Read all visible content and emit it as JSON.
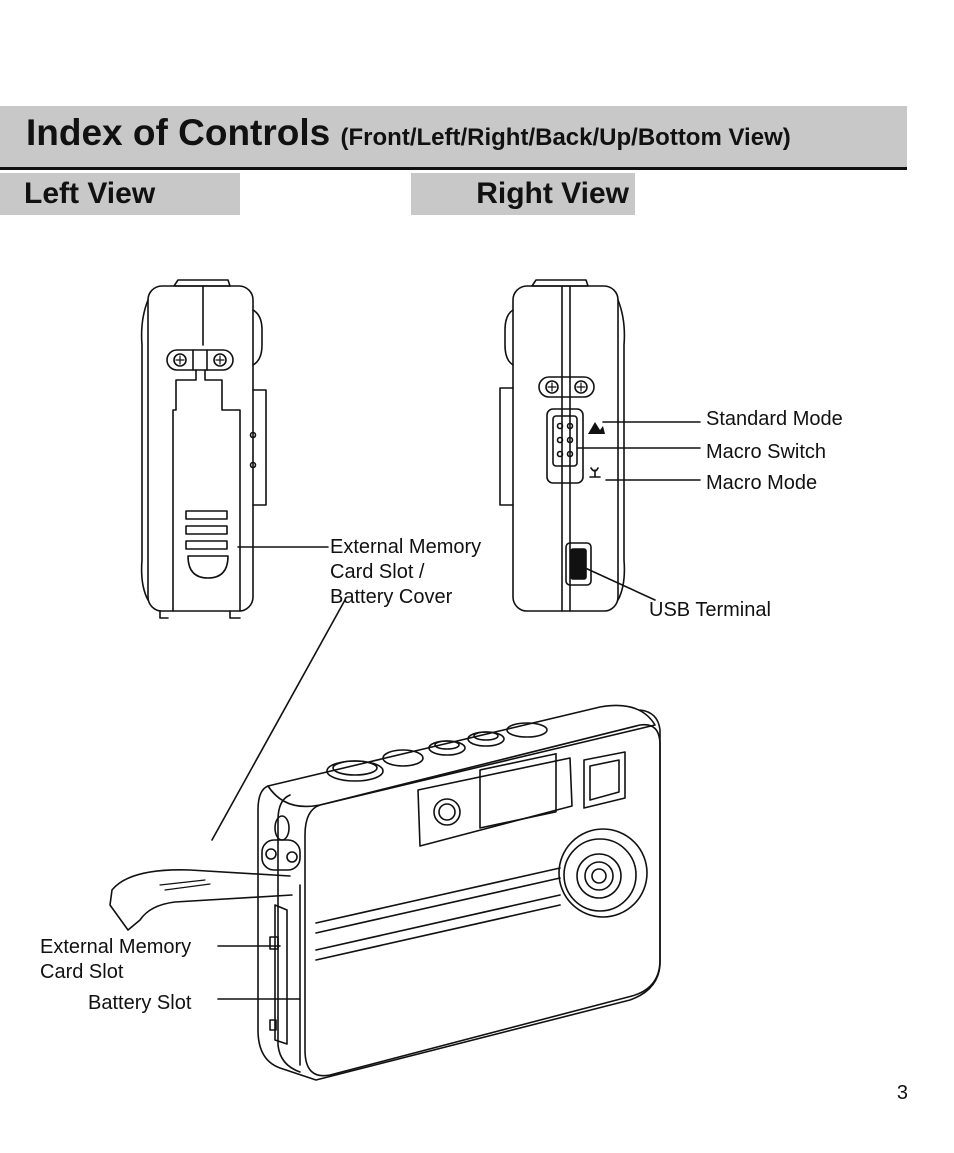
{
  "header": {
    "title": "Index of Controls",
    "subtitle": "(Front/Left/Right/Back/Up/Bottom View)"
  },
  "views": {
    "left": "Left View",
    "right": "Right View"
  },
  "callouts": {
    "ext_mem_cover_line1": "External Memory",
    "ext_mem_cover_line2": "Card Slot /",
    "ext_mem_cover_line3": "Battery Cover",
    "standard_mode": "Standard Mode",
    "macro_switch": "Macro Switch",
    "macro_mode": "Macro Mode",
    "usb_terminal": "USB Terminal",
    "ext_mem_slot_line1": "External Memory",
    "ext_mem_slot_line2": "Card Slot",
    "battery_slot": "Battery Slot"
  },
  "footer": {
    "page_number": "3"
  }
}
